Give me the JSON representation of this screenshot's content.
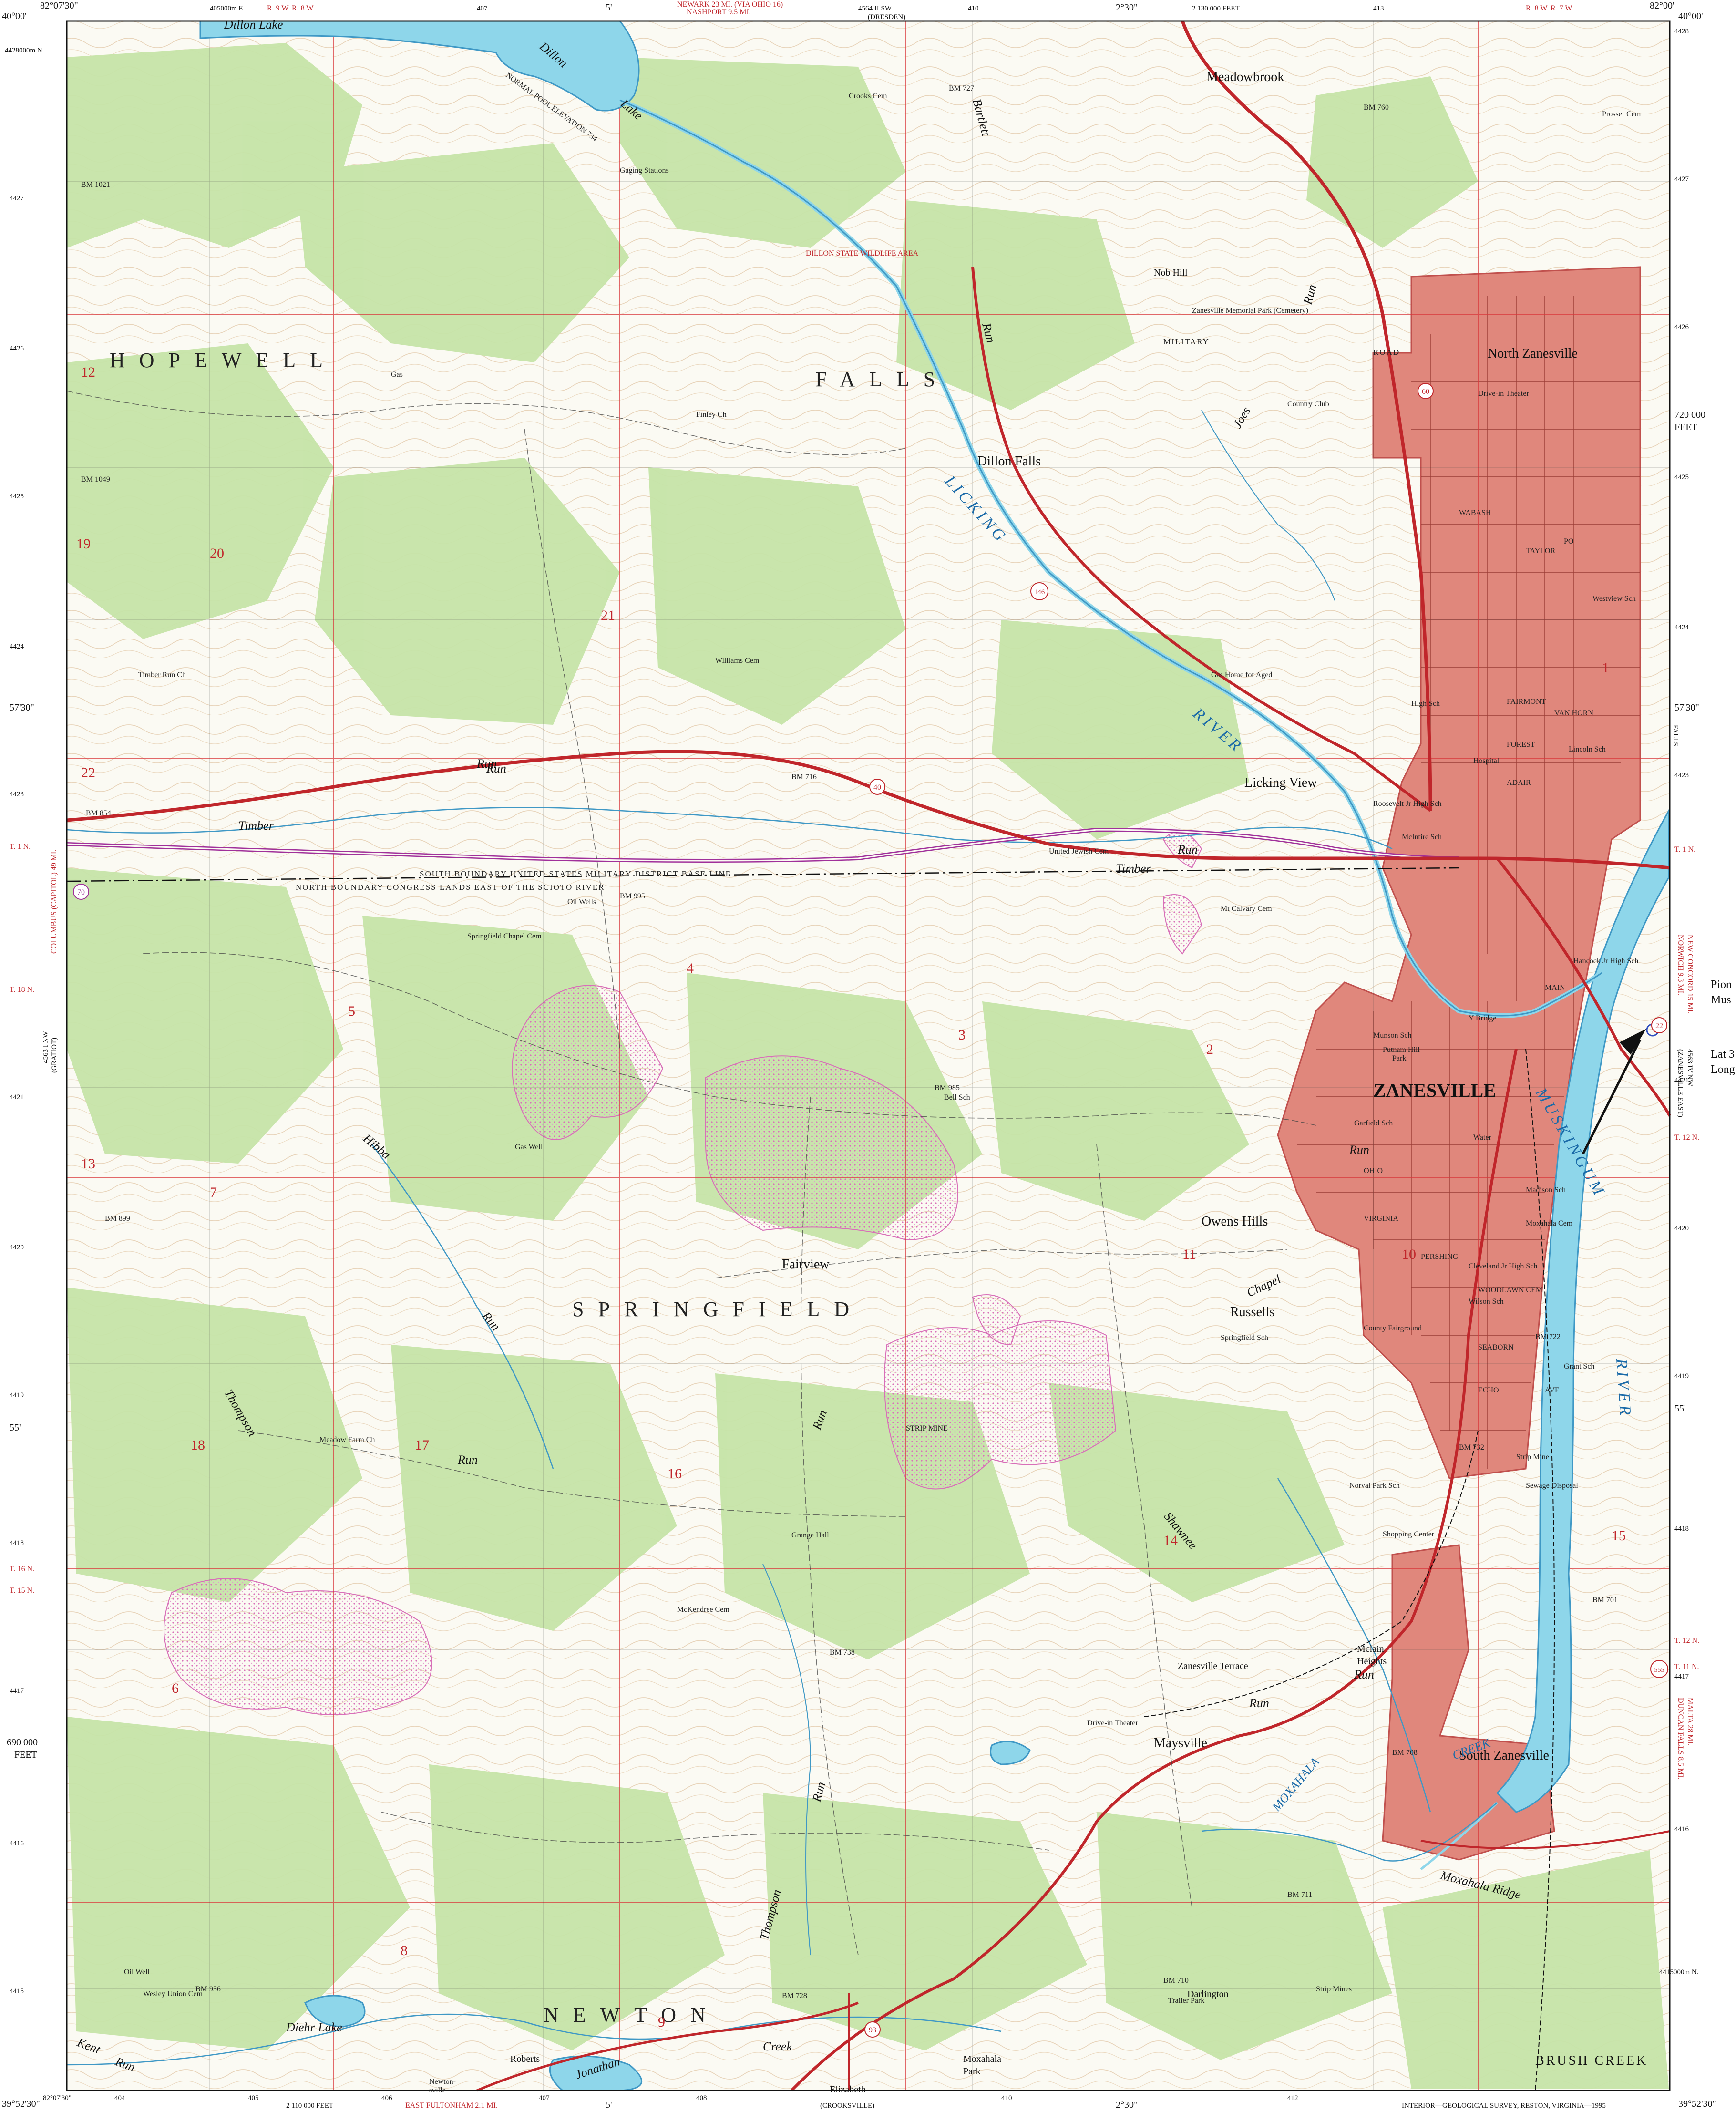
{
  "corners": {
    "top_left_lon": "82°07'30\"",
    "top_left_lat": "40°00'",
    "top_right_lon": "82°00'",
    "top_right_lat": "40°00'",
    "bottom_right_lat": "39°52'30\""
  },
  "top_edge": {
    "tick_5": "5'",
    "tick_230": "2°30\"",
    "grid_e": "405000m E",
    "grid_407": "407",
    "grid_410": "410",
    "grid_413": "413",
    "feet": "2 130 000 FEET",
    "ranges_left": "R. 9 W.   R. 8 W.",
    "ranges_right": "R. 8 W.   R. 7 W.",
    "road_note_1": "NEWARK 23 MI. (VIA OHIO 16)",
    "road_note_2": "NASHPORT 9.5 MI.",
    "road_note_3": "(DRESDEN)",
    "quad_code": "4564 II SW"
  },
  "left_edge": {
    "grid_4428": "4428000m N.",
    "grid_4427": "4427",
    "grid_4426": "4426",
    "grid_4425": "4425",
    "grid_4424": "4424",
    "grid_4423": "4423",
    "grid_4421": "4421",
    "grid_4420": "4420",
    "grid_4419": "4419",
    "grid_4418": "4418",
    "grid_4417": "4417",
    "grid_4416": "4416",
    "grid_4415": "4415",
    "lat_5730": "57'30\"",
    "lat_55": "55'",
    "feet_690": "690 000",
    "feet_word": "FEET",
    "t1n": "T. 1 N.",
    "t18n": "T. 18 N.",
    "t16n": "T. 16 N.",
    "t15n": "T. 15 N.",
    "columbus": "COLUMBUS (CAPITOL) 49 MI.",
    "gratiot": "(GRATIOT)",
    "quad_side": "4563 I NW"
  },
  "right_edge": {
    "grid_4428": "4428",
    "grid_4427": "4427",
    "grid_4426": "4426",
    "grid_4425": "4425",
    "grid_4424": "4424",
    "grid_4423": "4423",
    "grid_4421": "4421",
    "grid_4420": "4420",
    "grid_4419": "4419",
    "grid_4418": "4418",
    "grid_4417": "4417",
    "grid_4416": "4416",
    "grid_4415": "4415000m N.",
    "feet_720": "720 000",
    "feet_word": "FEET",
    "lat_5730": "57'30\"",
    "lat_55": "55'",
    "t1n": "T. 1 N.",
    "t12n": "T. 12 N.",
    "t11n": "T. 11 N.",
    "falls": "FALLS",
    "norwich": "NORWICH 9.3 MI.",
    "new_concord": "NEW CONCORD 15 MI.",
    "zanesville_east": "(ZANESVILLE EAST)",
    "quad_side": "4563 IV NW",
    "duncan": "DUNCAN FALLS 8.5 MI.",
    "mcconnelsville": "MALTA 28 MI."
  },
  "outside": {
    "pion": "Pion",
    "mus": "Mus",
    "lat": "Lat 3",
    "long": "Long"
  },
  "bottom_edge": {
    "grid_404": "404",
    "grid_405": "405",
    "grid_406": "406",
    "grid_407": "407",
    "grid_408": "408",
    "grid_410": "410",
    "grid_412": "412",
    "feet": "2 110 000 FEET",
    "east_fultonham": "EAST FULTONHAM 2.1 MI.",
    "crooksville": "(CROOKSVILLE)",
    "tick_5": "5'",
    "tick_230": "2°30\"",
    "credit": "INTERIOR—GEOLOGICAL SURVEY, RESTON, VIRGINIA—1995",
    "left_lat": "39°52'30\"",
    "left_lon": "82°07'30\""
  },
  "townships": {
    "hopewell": "HOPEWELL",
    "falls": "FALLS",
    "springfield": "SPRINGFIELD",
    "newton": "NEWTON",
    "brush_creek": "BRUSH CREEK"
  },
  "places": {
    "zanesville": "ZANESVILLE",
    "north_zanesville": "North Zanesville",
    "south_zanesville": "South Zanesville",
    "meadowbrook": "Meadowbrook",
    "nob_hill": "Nob Hill",
    "dillon_falls": "Dillon Falls",
    "licking_view": "Licking View",
    "owens_hills": "Owens Hills",
    "fairview": "Fairview",
    "russells": "Russells",
    "zanesville_terrace": "Zanesville Terrace",
    "maysville": "Maysville",
    "mcclain": "Mclain",
    "heights": "Heights",
    "darlington": "Darlington",
    "roberts": "Roberts",
    "elizabeth": "Elizabeth",
    "moxahala": "Moxahala",
    "park": "Park",
    "newtonsville": "Newton-",
    "newtonsville_2": "sville",
    "moxahala_ridge": "Moxahala Ridge",
    "putnam_hill": "Putnam Hill",
    "putnam_park": "Park",
    "y_bridge": "Y Bridge",
    "woodlawn_cem": "WOODLAWN CEM",
    "county_fairground": "County Fairground",
    "shopping_center": "Shopping Center",
    "country_club": "Country Club",
    "drive_in": "Drive-in Theater",
    "drive_in_2": "Drive-in Theater",
    "memorial_park": "Zanesville Memorial Park (Cemetery)",
    "gas_home": "Gas Home for Aged",
    "prosser_cem": "Prosser Cem",
    "crooks_cem": "Crooks Cem",
    "finley_cem": "Finley Ch",
    "williams_cem": "Williams Cem",
    "timber_run_ch": "Timber Run Ch",
    "united_jewish": "United Jewish Cem",
    "mt_calvary": "Mt Calvary Cem",
    "springfield_chapel": "Springfield Chapel Cem",
    "meadow_farm": "Meadow Farm Ch",
    "mckendree": "McKendree Cem",
    "grange_hall": "Grange Hall",
    "wesley_union": "Wesley Union Cem",
    "springfield_sch": "Springfield Sch",
    "bell_sch": "Bell Sch",
    "norval_park": "Norval Park Sch",
    "strip_mine": "STRIP MINE",
    "strip_mines": "Strip Mines",
    "strip_mine_2": "Strip Mine",
    "sewage": "Sewage Disposal",
    "gas_well": "Gas Well",
    "oil_wells": "Oil Wells",
    "oil_well": "Oil Well",
    "gas": "Gas",
    "trailer_park": "Trailer Park",
    "gaging": "Gaging Stations",
    "dillon_wildlife": "DILLON STATE WILDLIFE AREA",
    "normal_pool": "NORMAL POOL ELEVATION 734",
    "westview": "Westview Sch",
    "high_sch": "High Sch",
    "lincoln_sch": "Lincoln Sch",
    "hospital": "Hospital",
    "roosevelt": "Roosevelt Jr High Sch",
    "mcintire": "McIntire Sch",
    "hancock": "Hancock Jr High Sch",
    "garfield": "Garfield Sch",
    "munson": "Munson Sch",
    "madison": "Madison Sch",
    "cleveland": "Cleveland Jr High Sch",
    "wilson": "Wilson Sch",
    "grant": "Grant Sch",
    "water": "Water",
    "moxahala_cem": "Moxahala Cem",
    "po": "PO",
    "wabash": "WABASH",
    "taylor": "TAYLOR",
    "military_road": "MILITARY",
    "road_word": "ROAD",
    "fairmont": "FAIRMONT",
    "van_horn": "VAN HORN",
    "forest": "FOREST",
    "adair": "ADAIR",
    "main": "MAIN",
    "seaborn": "SEABORN",
    "echo": "ECHO",
    "pershing": "PERSHING",
    "ohio": "OHIO",
    "virginia": "VIRGINIA",
    "ave": "AVE"
  },
  "water": {
    "dillon_lake": "Dillon Lake",
    "dillon_lake_2": "Dillon",
    "lake_word": "Lake",
    "licking_river": "LICKING",
    "river_word": "RIVER",
    "muskingum": "MUSKINGUM",
    "river_east": "RIVER",
    "moxahala_creek": "MOXAHALA",
    "creek_word": "CREEK",
    "jonathan_creek": "Jonathan",
    "creek_2": "Creek",
    "diehr_lake": "Diehr Lake",
    "kent_run": "Kent",
    "run_1": "Run",
    "timber_run": "Timber",
    "run_2": "Run",
    "timber_run_2": "Timber",
    "run_3": "Run",
    "hibba_run": "Hibba",
    "run_4": "Run",
    "thompson_run": "Thompson",
    "run_5": "Run",
    "thompson_run_2": "Thompson",
    "run_6": "Run",
    "shawnee_run": "Shawnee",
    "run_7": "Run",
    "joes_run": "Joes",
    "run_8": "Run",
    "bartlett_run": "Bartlett",
    "run_9": "Run",
    "chapel": "Chapel",
    "run_10": "Run",
    "run_11": "Run",
    "run_12": "Run",
    "run_13": "Run"
  },
  "boundary": {
    "text": "NORTH  BOUNDARY  CONGRESS  LANDS  EAST  OF  THE  SCIOTO  RIVER"
  },
  "military_lands": {
    "text": "SOUTH  BOUNDARY  UNITED  STATES  MILITARY  DISTRICT  BASE  LINE"
  },
  "section_numbers": {
    "s1": "1",
    "s2": "2",
    "s3": "3",
    "s4": "4",
    "s5": "5",
    "s6": "6",
    "s7": "7",
    "s8": "8",
    "s9": "9",
    "s10": "10",
    "s11": "11",
    "s12": "12",
    "s13": "13",
    "s14": "14",
    "s15": "15",
    "s16": "16",
    "s17": "17",
    "s18": "18",
    "s19": "19",
    "s20": "20",
    "s21": "21",
    "s22": "22"
  },
  "benchmarks": {
    "bm1021": "BM 1021",
    "bm1049": "BM 1049",
    "bm854": "BM 854",
    "bm899": "BM 899",
    "bm956": "BM 956",
    "bm727": "BM 727",
    "bm760": "BM 760",
    "bm716": "BM 716",
    "bm985": "BM 985",
    "bm995": "BM 995",
    "bm722": "BM 722",
    "bm732": "BM 732",
    "bm708": "BM 708",
    "bm701": "BM 701",
    "bm711": "BM 711",
    "bm710": "BM 710",
    "bm728": "BM 728",
    "bm738": "BM 738"
  },
  "route_shields": {
    "r60": "60",
    "r146": "146",
    "r40": "40",
    "r70": "70",
    "r22": "22",
    "r93": "93",
    "r555": "555"
  },
  "colors": {
    "urban": "#e0877c",
    "urban_stroke": "#c0504d",
    "woodland": "#c6e4a8",
    "water": "#8ed6ea",
    "water_stroke": "#3f98c5",
    "contour": "#b0793f",
    "grid_red": "#d9373b",
    "road_red": "#c0262b",
    "interstate": "#a0309a",
    "mine_pink": "#e58cc9"
  }
}
